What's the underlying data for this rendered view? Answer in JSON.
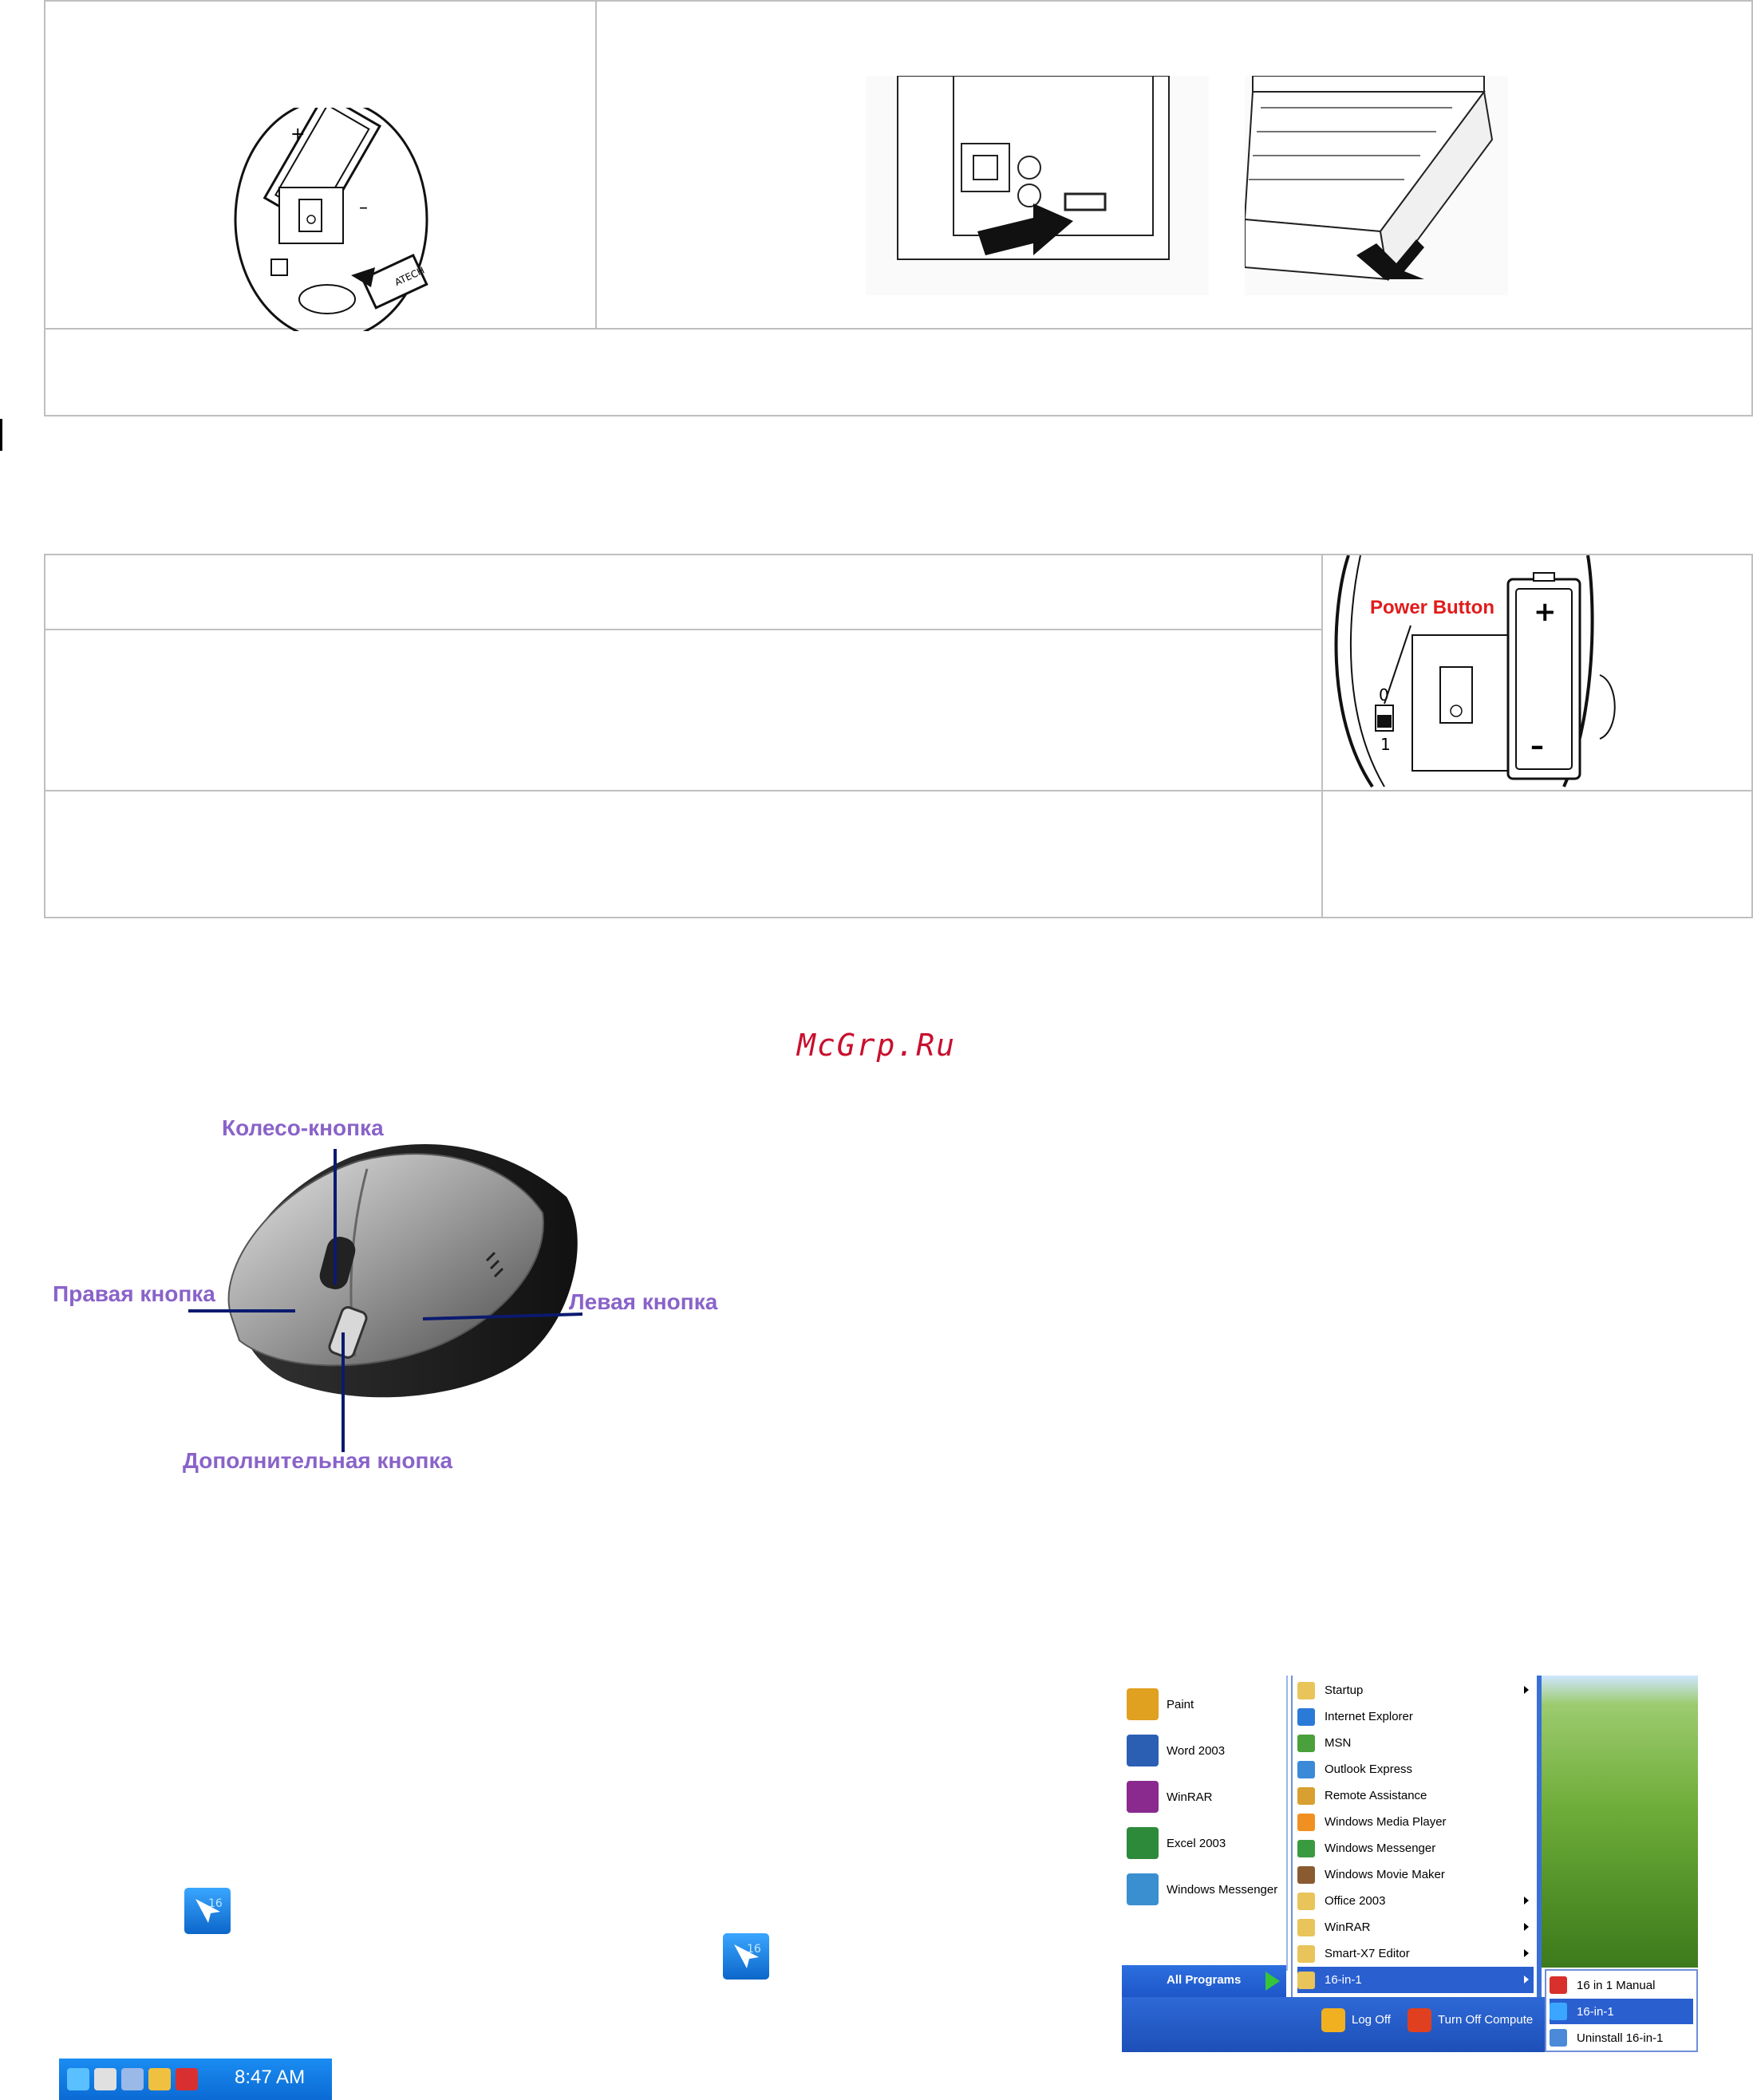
{
  "watermark": "McGrp.Ru",
  "fig_receiver": {
    "receiver_label": "ATECH",
    "battery_plus": "+",
    "battery_minus": "–"
  },
  "fig_power": {
    "label": "Power Button",
    "switch_on": "0",
    "switch_off": "1",
    "battery_plus": "+",
    "battery_minus": "–"
  },
  "mouse_diagram": {
    "wheel": "Колесо-кнопка",
    "right": "Правая кнопка",
    "left": "Левая кнопка",
    "extra": "Дополнительная кнопка"
  },
  "start_menu": {
    "pinned": [
      {
        "label": "Paint",
        "icon": "paint-icon",
        "color": "#e0a020"
      },
      {
        "label": "Word 2003",
        "icon": "word-icon",
        "color": "#2b5fb4"
      },
      {
        "label": "WinRAR",
        "icon": "winrar-icon",
        "color": "#8a2a8f"
      },
      {
        "label": "Excel 2003",
        "icon": "excel-icon",
        "color": "#2d8a3a"
      },
      {
        "label": "Windows Messenger",
        "icon": "messenger-icon",
        "color": "#3a8fd0"
      }
    ],
    "all_programs": "All Programs",
    "programs": [
      {
        "label": "Startup",
        "icon": "folder-icon",
        "color": "#e8c45a",
        "submenu": true
      },
      {
        "label": "Internet Explorer",
        "icon": "ie-icon",
        "color": "#2a7ad8",
        "submenu": false
      },
      {
        "label": "MSN",
        "icon": "msn-icon",
        "color": "#4aa03a",
        "submenu": false
      },
      {
        "label": "Outlook Express",
        "icon": "outlook-icon",
        "color": "#3a8ad8",
        "submenu": false
      },
      {
        "label": "Remote Assistance",
        "icon": "remote-assistance-icon",
        "color": "#d8a030",
        "submenu": false
      },
      {
        "label": "Windows Media Player",
        "icon": "media-player-icon",
        "color": "#f09020",
        "submenu": false
      },
      {
        "label": "Windows Messenger",
        "icon": "messenger-icon",
        "color": "#3a9a40",
        "submenu": false
      },
      {
        "label": "Windows Movie Maker",
        "icon": "movie-maker-icon",
        "color": "#8a5a30",
        "submenu": false
      },
      {
        "label": "Office 2003",
        "icon": "folder-icon",
        "color": "#e8c45a",
        "submenu": true
      },
      {
        "label": "WinRAR",
        "icon": "folder-icon",
        "color": "#e8c45a",
        "submenu": true
      },
      {
        "label": "Smart-X7 Editor",
        "icon": "folder-icon",
        "color": "#e8c45a",
        "submenu": true
      },
      {
        "label": "16-in-1",
        "icon": "folder-icon",
        "color": "#e8c45a",
        "submenu": true,
        "selected": true
      }
    ],
    "submenu": [
      {
        "label": "16 in 1 Manual",
        "icon": "manual-icon",
        "color": "#d8302a"
      },
      {
        "label": "16-in-1",
        "icon": "16in1-icon",
        "color": "#3aa6ff",
        "selected": true
      },
      {
        "label": "Uninstall 16-in-1",
        "icon": "uninstall-icon",
        "color": "#4a8ad8"
      }
    ],
    "log_off": "Log Off",
    "turn_off": "Turn Off Compute"
  },
  "tray": {
    "time": "8:47 AM"
  }
}
